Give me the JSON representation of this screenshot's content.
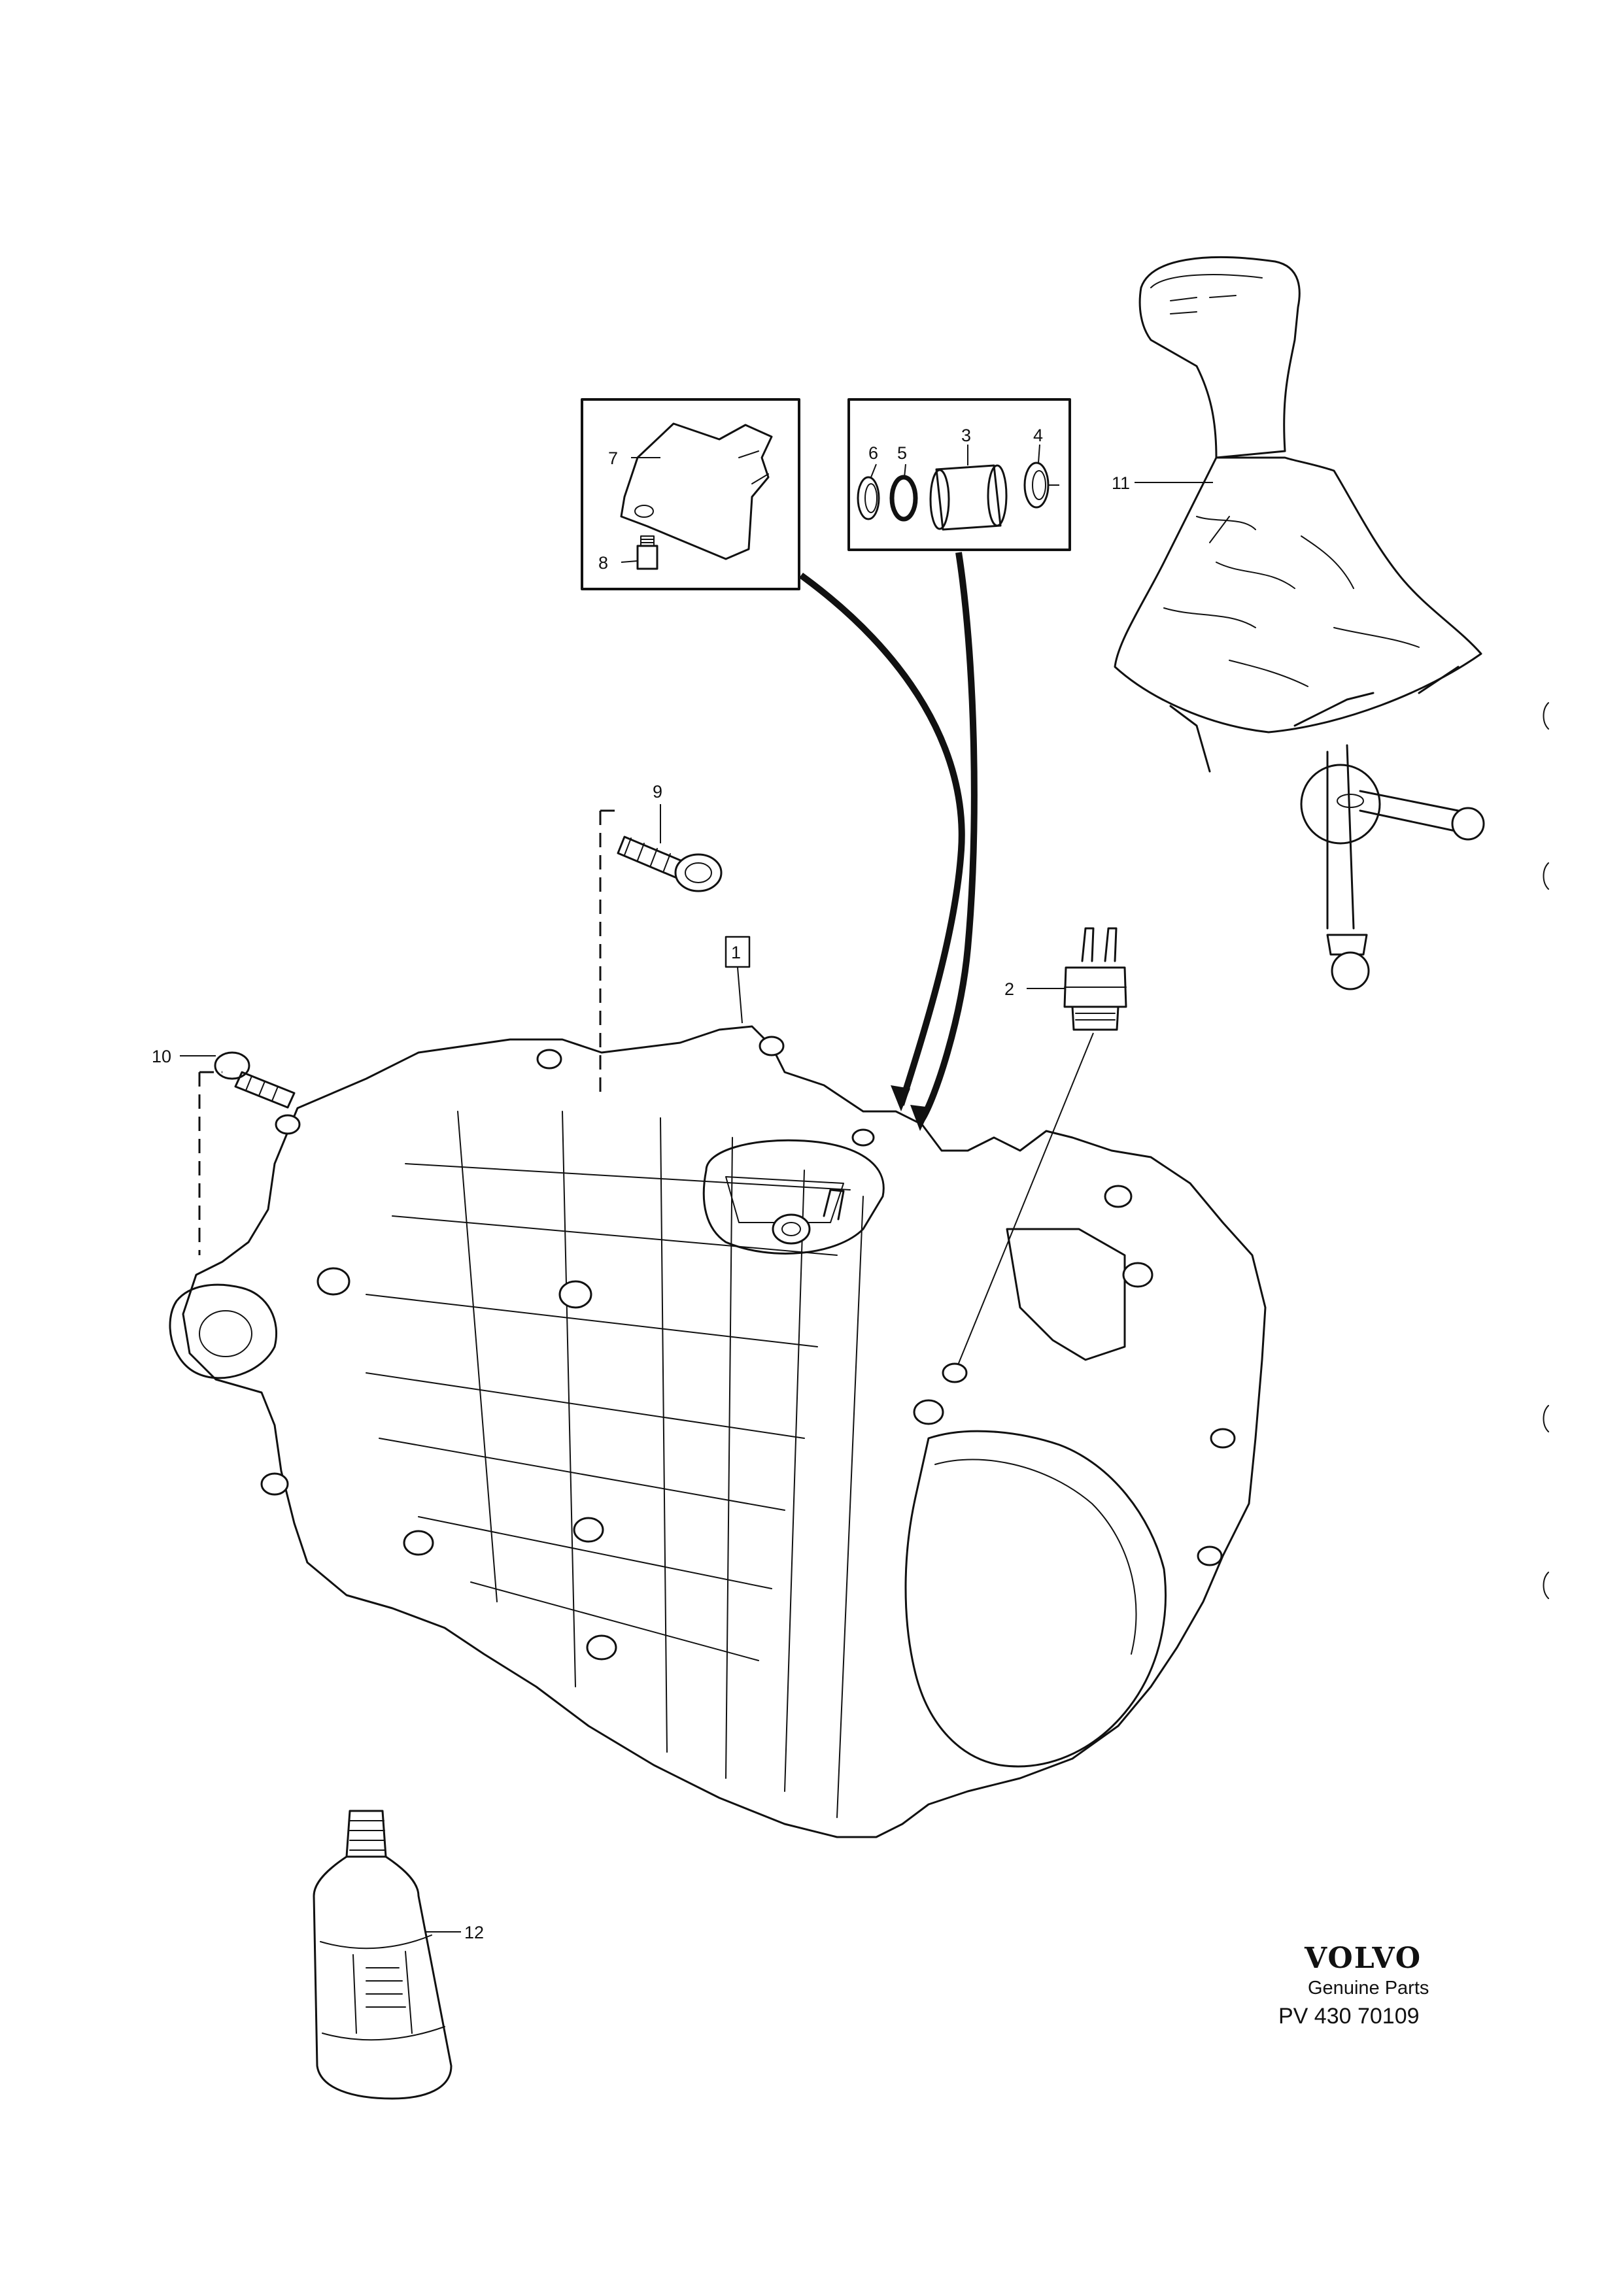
{
  "callouts": {
    "c1": "1",
    "c2": "2",
    "c3": "3",
    "c4": "4",
    "c5": "5",
    "c6": "6",
    "c7": "7",
    "c8": "8",
    "c9": "9",
    "c10": "10",
    "c11": "11",
    "c12": "12"
  },
  "branding": {
    "logo": "VOLVO",
    "subtitle": "Genuine Parts",
    "code": "PV 430 70109"
  }
}
